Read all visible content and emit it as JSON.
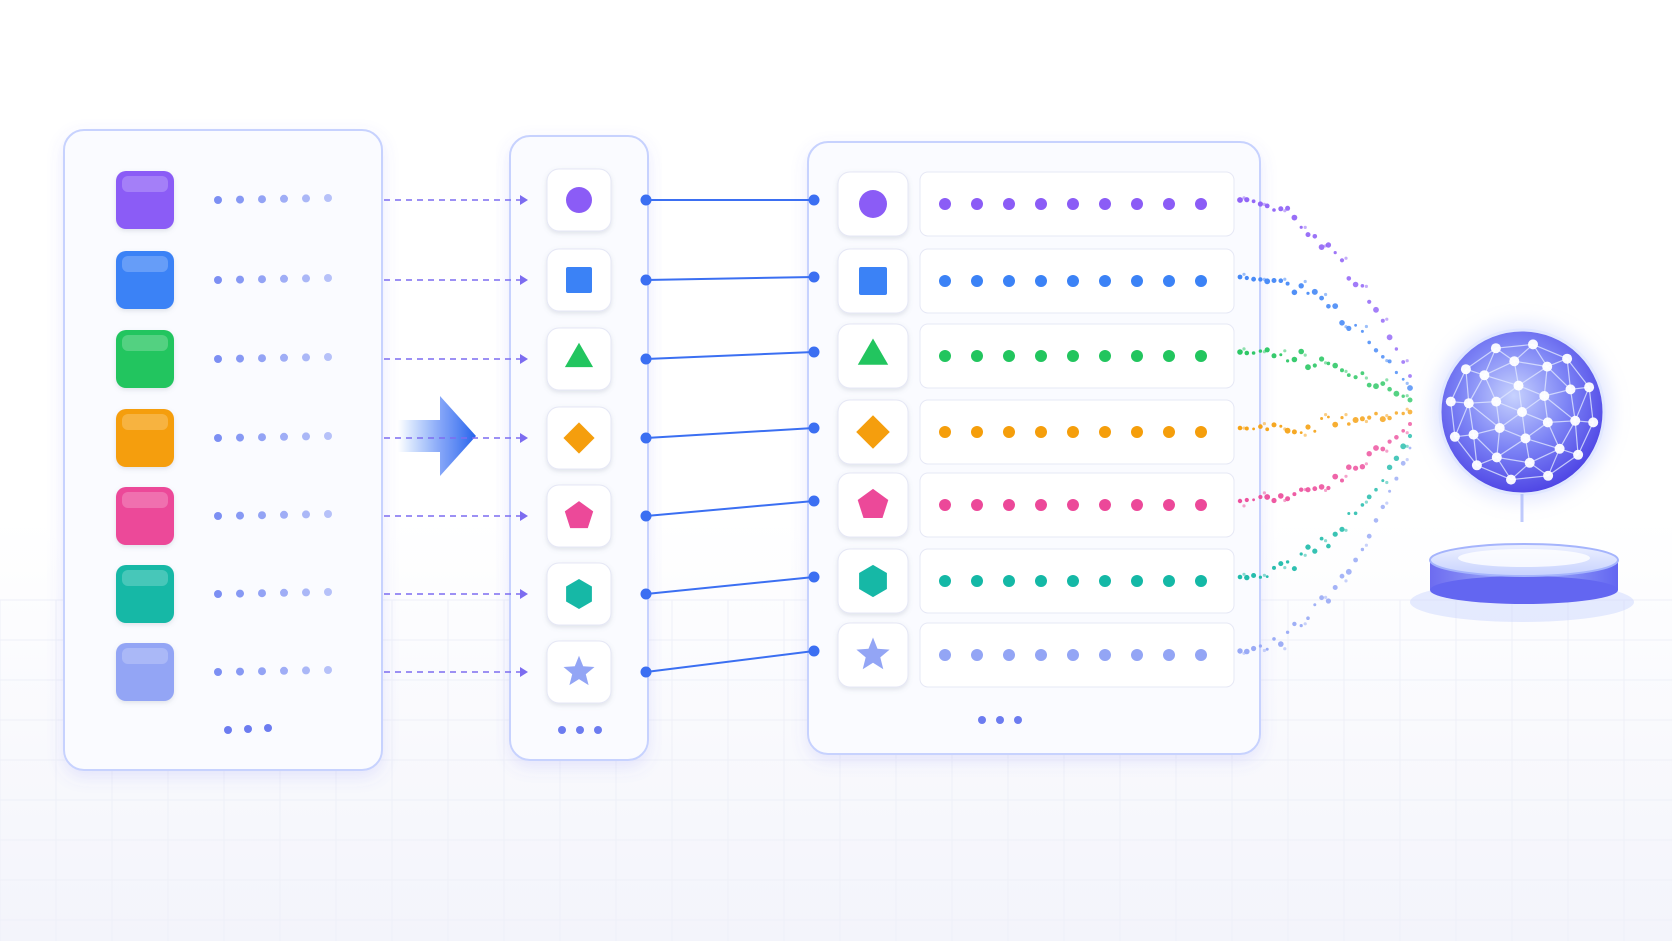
{
  "rows": [
    {
      "id": "purple",
      "color": "#8b5cf6",
      "shape": "circle"
    },
    {
      "id": "blue",
      "color": "#3b82f6",
      "shape": "square"
    },
    {
      "id": "green",
      "color": "#22c55e",
      "shape": "triangle"
    },
    {
      "id": "orange",
      "color": "#f59e0b",
      "shape": "diamond"
    },
    {
      "id": "pink",
      "color": "#ec4899",
      "shape": "pentagon"
    },
    {
      "id": "teal",
      "color": "#14b8a6",
      "shape": "hexagon"
    },
    {
      "id": "lavender",
      "color": "#93a5f5",
      "shape": "star"
    }
  ],
  "palette": {
    "panel_border": "#c7d2fe",
    "connector": "#3b6ff2",
    "dashed_arrow": "#7c6cf0",
    "sphere_core": "#6366f1",
    "sphere_glow": "#a5b4fc",
    "grid": "#eef0f8"
  },
  "icons": {
    "big_arrow": "right-arrow-icon",
    "sphere": "neural-network-sphere-icon",
    "pedestal": "pedestal-icon",
    "more": "ellipsis-icon"
  }
}
